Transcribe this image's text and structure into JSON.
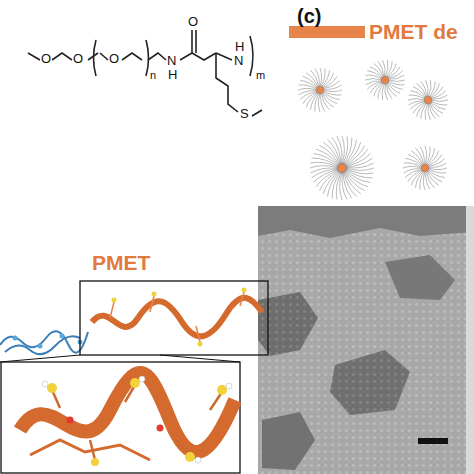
{
  "diagram": {
    "labels": [
      "(c)",
      "PMET de",
      "PMET",
      "O",
      "O",
      "O",
      "n",
      "N",
      "H",
      "O",
      "N",
      "H",
      "m",
      "S"
    ]
  }
}
